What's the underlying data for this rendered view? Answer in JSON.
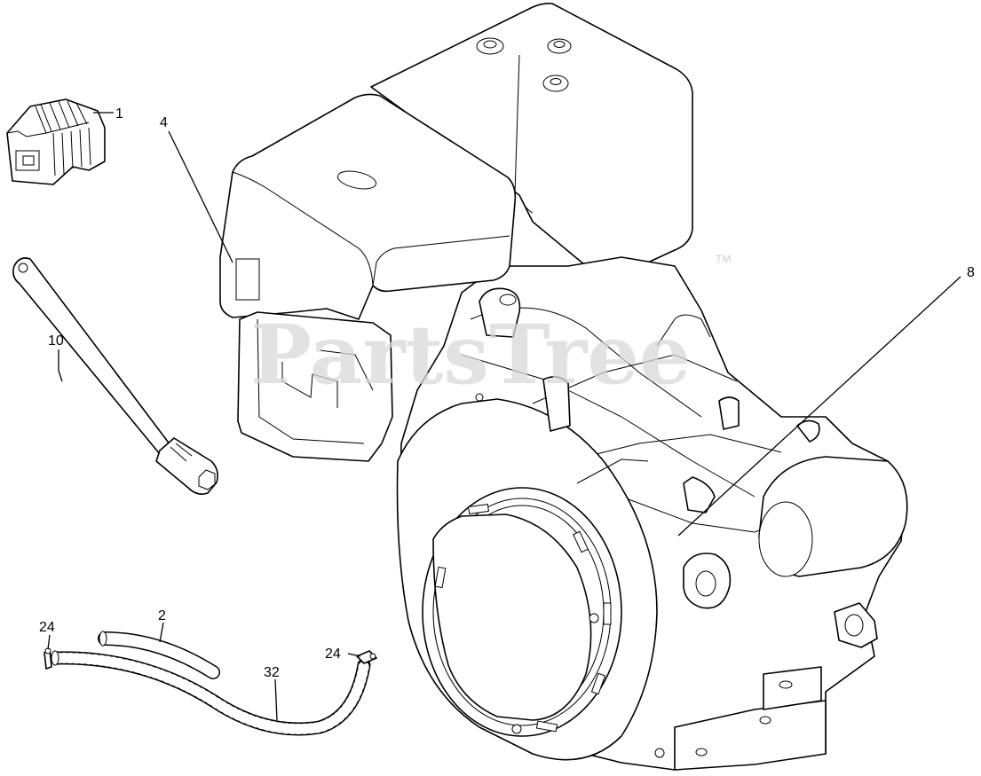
{
  "watermark": {
    "text": "PartsTree",
    "trademark": "TM"
  },
  "callouts": [
    {
      "id": "c1",
      "label": "1"
    },
    {
      "id": "c4",
      "label": "4"
    },
    {
      "id": "c10",
      "label": "10"
    },
    {
      "id": "c8",
      "label": "8"
    },
    {
      "id": "c2",
      "label": "2"
    },
    {
      "id": "c24a",
      "label": "24"
    },
    {
      "id": "c32",
      "label": "32"
    },
    {
      "id": "c24b",
      "label": "24"
    }
  ]
}
